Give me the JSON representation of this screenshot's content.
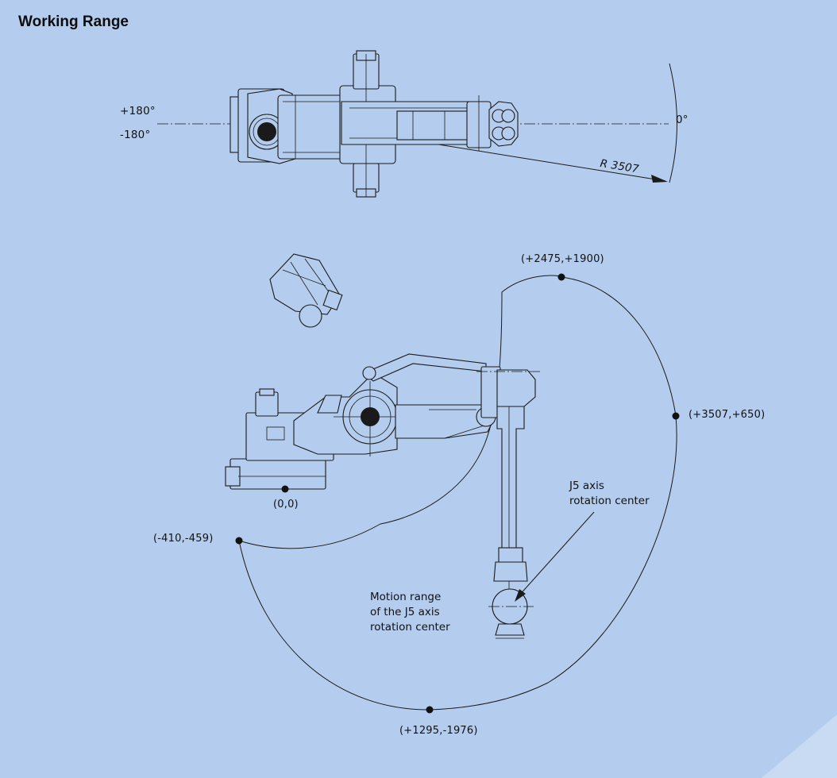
{
  "title": "Working Range",
  "top_view": {
    "angle_pos": "+180°",
    "angle_neg": "-180°",
    "angle_zero": "0°",
    "radius": "R 3507"
  },
  "side_view": {
    "points": {
      "origin": "(0,0)",
      "top": "(+2475,+1900)",
      "right": "(+3507,+650)",
      "bottom": "(+1295,-1976)",
      "left": "(-410,-459)"
    },
    "j5_label": [
      "J5 axis",
      "rotation center"
    ],
    "motion_label": [
      "Motion range",
      "of the J5 axis",
      "rotation center"
    ]
  }
}
